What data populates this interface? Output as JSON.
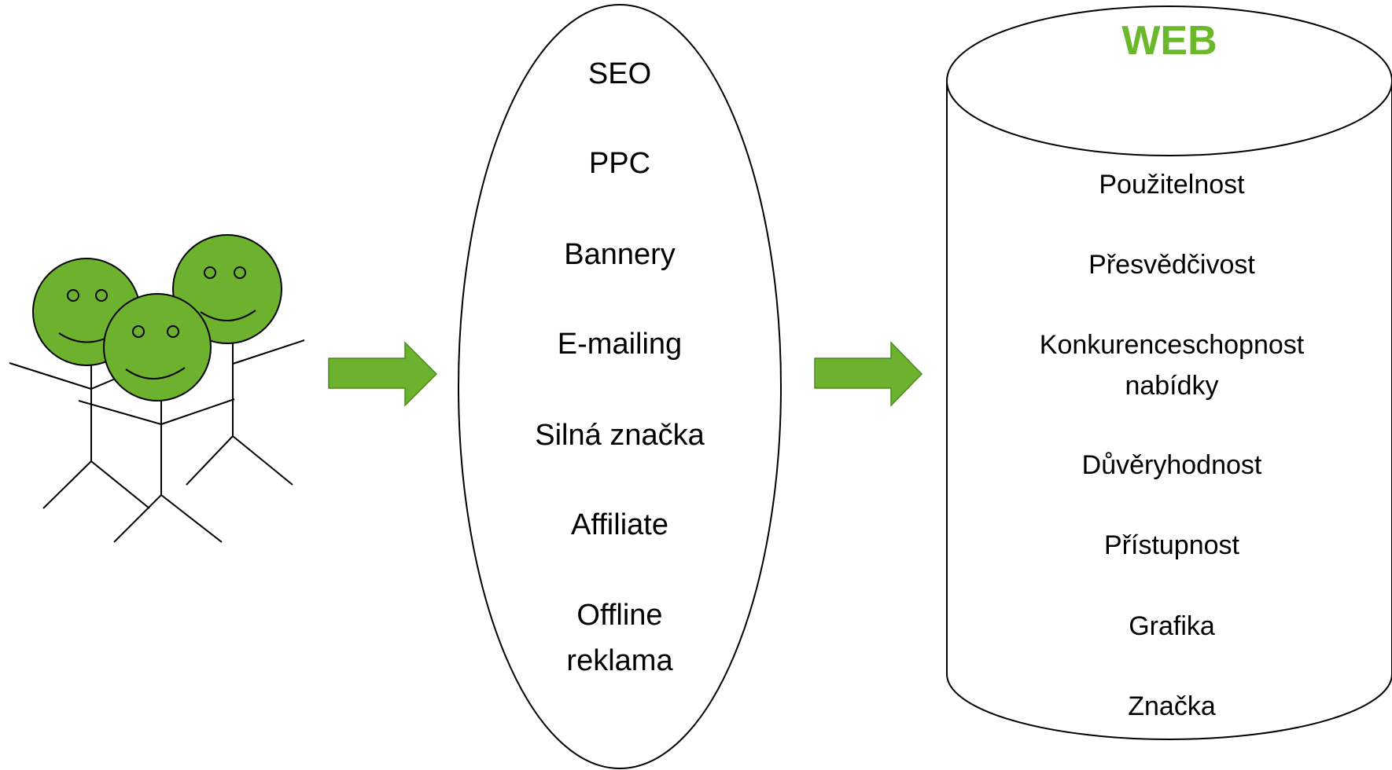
{
  "colors": {
    "face_fill": "#6cb22e",
    "arrow_fill": "#6cb22e",
    "title_green": "#6cb82c",
    "stroke": "#000000"
  },
  "people": [
    "smiley-person",
    "smiley-person",
    "smiley-person"
  ],
  "channels": {
    "items": [
      "SEO",
      "PPC",
      "Bannery",
      "E-mailing",
      "Silná značka",
      "Affiliate",
      "Offline\nreklama"
    ]
  },
  "web": {
    "title": "WEB",
    "items": [
      "Použitelnost",
      "Přesvědčivost",
      "Konkurenceschopnost\nnabídky",
      "Důvěryhodnost",
      "Přístupnost",
      "Grafika",
      "Značka"
    ]
  }
}
